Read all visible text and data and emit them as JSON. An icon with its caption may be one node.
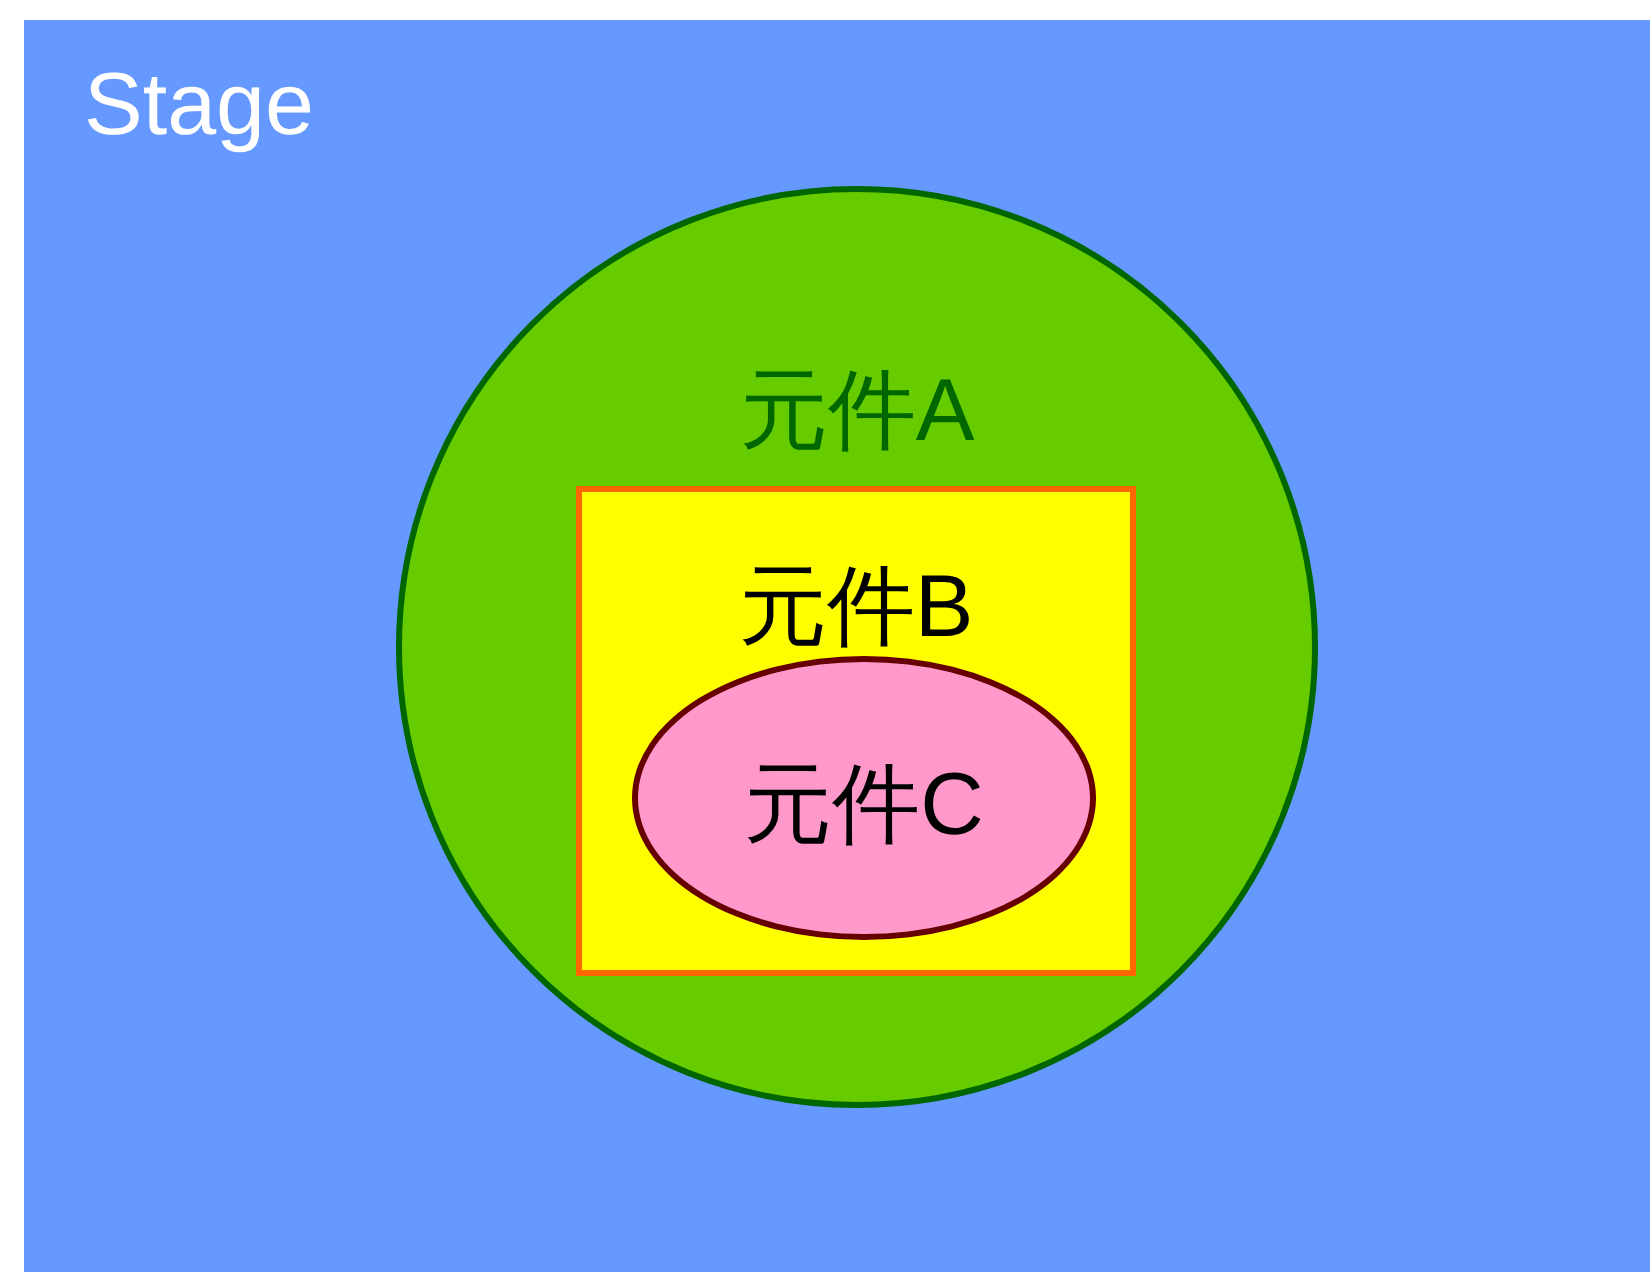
{
  "diagram": {
    "nodes": [
      {
        "text": [
          "Stage"
        ]
      },
      {
        "text": [
          "元件A"
        ],
        "in": 0
      },
      {
        "text": [
          "元件B"
        ],
        "in": 1
      },
      {
        "text": [
          "元件C"
        ],
        "in": 2
      }
    ]
  }
}
